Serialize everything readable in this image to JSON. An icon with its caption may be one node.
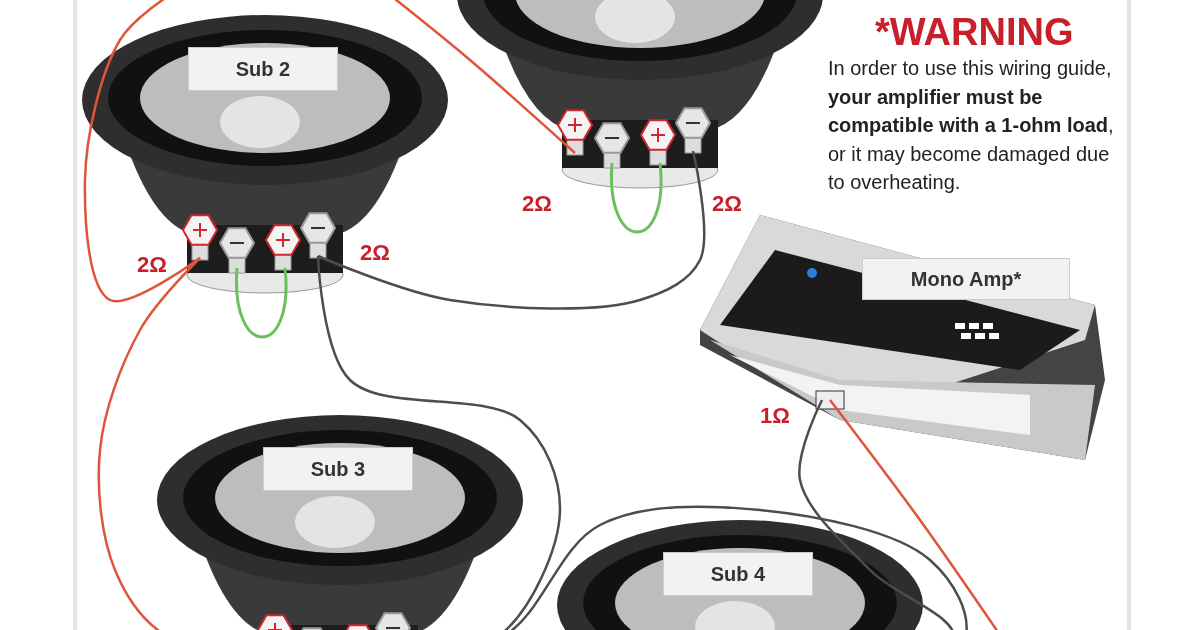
{
  "diagram": {
    "nodes": [
      {
        "text": [],
        "shape": "picture",
        "beside": [
          "2Ω",
          "2Ω"
        ]
      },
      {
        "text": [
          "Sub 2"
        ],
        "beside": [
          "2Ω",
          "2Ω"
        ]
      },
      {
        "text": [
          "Mono Amp*"
        ],
        "beside": [
          "1Ω"
        ]
      },
      {
        "text": [
          "Sub 3"
        ]
      },
      {
        "text": [
          "Sub 4"
        ]
      }
    ],
    "edges": [
      {
        "from": 0,
        "to": 1,
        "arrow": "none",
        "color": "#4d4d4d"
      },
      {
        "from": null,
        "to": 0,
        "arrow": "none",
        "color": "#e0553a"
      },
      {
        "from": 1,
        "to": null,
        "arrow": "none",
        "color": "#e0553a"
      },
      {
        "from": 1,
        "to": 3,
        "arrow": "none",
        "color": "#e0553a"
      },
      {
        "from": 1,
        "to": 3,
        "arrow": "none",
        "color": "#4d4d4d"
      },
      {
        "from": 2,
        "to": null,
        "arrow": "none",
        "color": "#e0553a"
      },
      {
        "from": 2,
        "to": 4,
        "arrow": "none",
        "color": "#4d4d4d"
      },
      {
        "from": 3,
        "to": 4,
        "arrow": "none",
        "color": "#4d4d4d"
      }
    ],
    "labels": [
      "*WARNING",
      "In order to use this wiring guide, **your amplifier must be compatible with a 1-ohm load**, or it may become damaged due to overheating."
    ]
  }
}
